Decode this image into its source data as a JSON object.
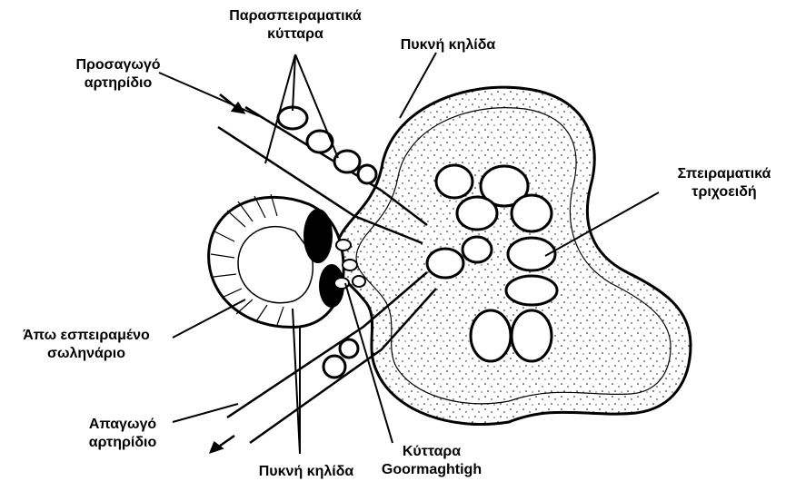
{
  "labels": {
    "parasp": [
      "Παρασπειραματικά",
      "κύτταρα"
    ],
    "afferent": [
      "Προσαγωγό",
      "αρτηρίδιο"
    ],
    "macula_top": "Πυκνή κηλίδα",
    "glom_caps": [
      "Σπειραματικά",
      "τριχοειδή"
    ],
    "distal": [
      "Άπω εσπειραμένο",
      "σωληνάριο"
    ],
    "efferent": [
      "Απαγωγό",
      "αρτηρίδιο"
    ],
    "goormaghtigh": [
      "Κύτταρα",
      "Goormaghtigh"
    ],
    "macula_bottom": "Πυκνή κηλίδα"
  },
  "colors": {
    "ink": "#000000",
    "paper": "#ffffff"
  }
}
